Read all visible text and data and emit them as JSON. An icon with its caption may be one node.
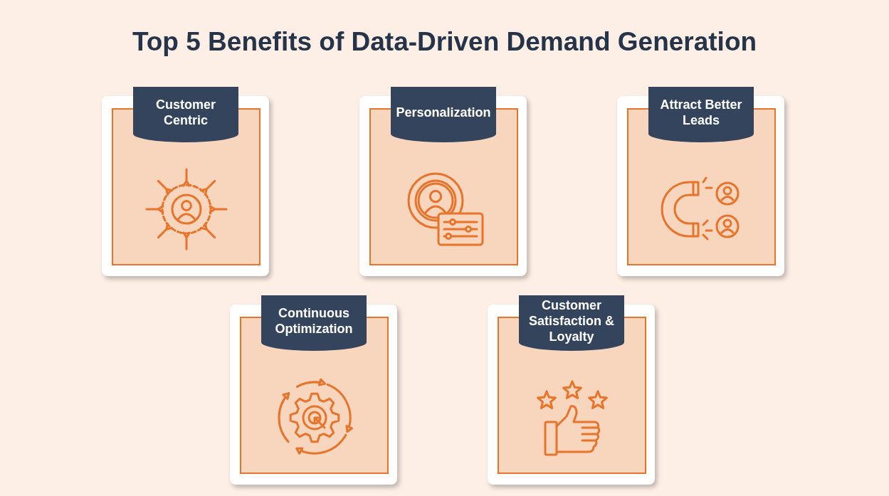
{
  "diagram": {
    "title": "Top 5 Benefits of Data-Driven Demand Generation",
    "nodes": [
      {
        "text": [
          "Customer Centric"
        ]
      },
      {
        "text": [
          "Personalization"
        ]
      },
      {
        "text": [
          "Attract Better Leads"
        ]
      },
      {
        "text": [
          "Continuous Optimization"
        ]
      },
      {
        "text": [
          "Customer Satisfaction & Loyalty"
        ]
      }
    ]
  }
}
